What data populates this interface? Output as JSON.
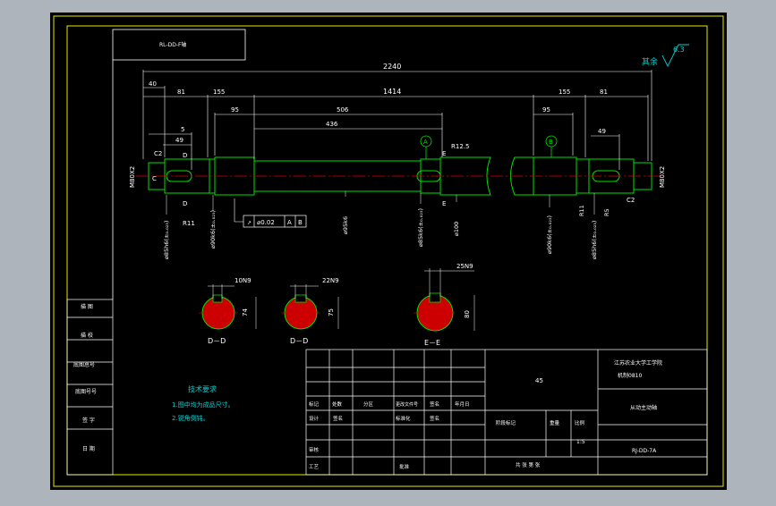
{
  "drawing": {
    "ref_code": "RL-DD-F轴",
    "roughness_label": "其余",
    "roughness_value": "6.3"
  },
  "dimensions": {
    "overall": "2240",
    "d40": "40",
    "d81_left": "81",
    "d155_left": "155",
    "d1414": "1414",
    "d155_right": "155",
    "d81_right": "81",
    "d95_left": "95",
    "d506": "506",
    "d95_right": "95",
    "d436": "436",
    "d5": "5",
    "d49_left": "49",
    "d49_right": "49",
    "r12_5": "R12.5",
    "r11_left": "R11",
    "r11_right": "R11",
    "c2_left": "C2",
    "c2_right": "C2",
    "m_left": "M80X2",
    "m_right": "M80X2",
    "dia_bottom": [
      "⌀85h6(±₀.₀₂₃)",
      "⌀90k6(±₀.₀₂₅)",
      "⌀95k6",
      "⌀85k6(±₀.₀₂₅)",
      "⌀100",
      "⌀90k6(±₀.₀₂₅)",
      "⌀85h6(±₀.₀₂₃)"
    ],
    "tolerance": [
      "⌀0.02",
      "A",
      "B"
    ],
    "datum_a": "A",
    "datum_b": "B",
    "section_c": "C",
    "section_d": "D",
    "section_e": "E",
    "r5_label": "R5"
  },
  "sections": [
    {
      "label": "D－D",
      "key": "10N9",
      "depth": "74"
    },
    {
      "label": "D－D",
      "key": "22N9",
      "depth": "75"
    },
    {
      "label": "E－E",
      "key": "25N9",
      "depth": "80"
    }
  ],
  "left_table": [
    "描  图",
    "描  校",
    "底图总号",
    "底图号号",
    "签  字",
    "日  期"
  ],
  "tech": {
    "title": "技术要求",
    "line1": "1.图中均为成品尺寸。",
    "line2": "2.锐角倒钝。"
  },
  "title_block": {
    "material": "45",
    "company": "江苏农业大学工学院",
    "dept": "机制0810",
    "part_name": "从动主动轴",
    "drawing_no": "RJ-DD-7A",
    "scale": "1:5",
    "headers": [
      "标记",
      "处数",
      "分区",
      "更改文件号",
      "签名",
      "年月日"
    ],
    "row_design": [
      "设计",
      "签名",
      "标准化",
      "签名"
    ],
    "stage": "阶段标记",
    "weight": "重量",
    "ratio": "比例",
    "review": "审核",
    "process": "工艺",
    "approve": "批准",
    "sheets": "共  张  第  张"
  }
}
